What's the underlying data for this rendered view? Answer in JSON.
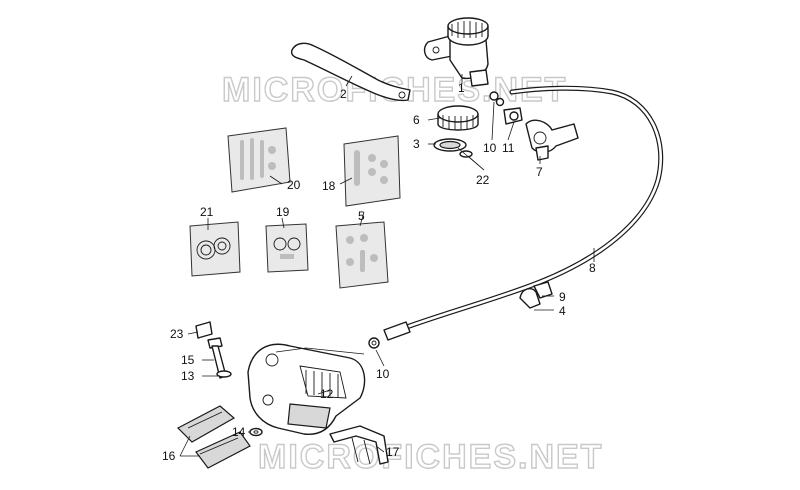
{
  "watermark": {
    "top": "MICROFICHES.NET",
    "bottom": "MICROFICHES.NET"
  },
  "callouts": [
    {
      "id": "1",
      "label": "1"
    },
    {
      "id": "2",
      "label": "2"
    },
    {
      "id": "3",
      "label": "3"
    },
    {
      "id": "4",
      "label": "4"
    },
    {
      "id": "5",
      "label": "5"
    },
    {
      "id": "6",
      "label": "6"
    },
    {
      "id": "7",
      "label": "7"
    },
    {
      "id": "8",
      "label": "8"
    },
    {
      "id": "9",
      "label": "9"
    },
    {
      "id": "10a",
      "label": "10"
    },
    {
      "id": "10b",
      "label": "10"
    },
    {
      "id": "11",
      "label": "11"
    },
    {
      "id": "12",
      "label": "12"
    },
    {
      "id": "13",
      "label": "13"
    },
    {
      "id": "14",
      "label": "14"
    },
    {
      "id": "15",
      "label": "15"
    },
    {
      "id": "16",
      "label": "16"
    },
    {
      "id": "17",
      "label": "17"
    },
    {
      "id": "18",
      "label": "18"
    },
    {
      "id": "19",
      "label": "19"
    },
    {
      "id": "20",
      "label": "20"
    },
    {
      "id": "21",
      "label": "21"
    },
    {
      "id": "22",
      "label": "22"
    },
    {
      "id": "23",
      "label": "23"
    }
  ]
}
